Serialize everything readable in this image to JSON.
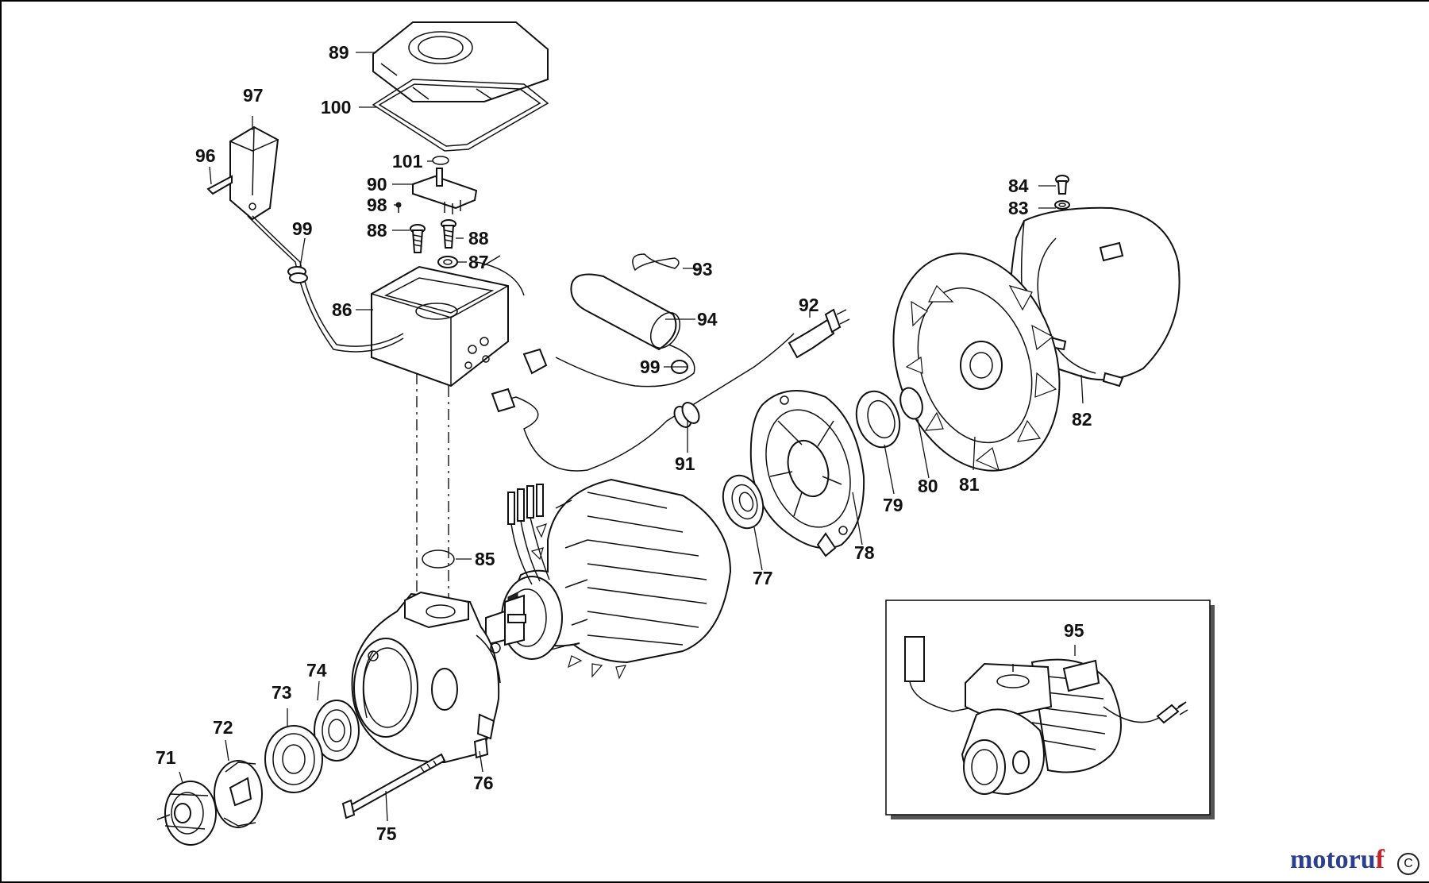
{
  "callouts": {
    "c71": "71",
    "c72": "72",
    "c73": "73",
    "c74": "74",
    "c75": "75",
    "c76": "76",
    "c77": "77",
    "c78": "78",
    "c79": "79",
    "c80": "80",
    "c81": "81",
    "c82": "82",
    "c83": "83",
    "c84": "84",
    "c85": "85",
    "c86": "86",
    "c87": "87",
    "c88a": "88",
    "c88b": "88",
    "c89": "89",
    "c90": "90",
    "c91": "91",
    "c92": "92",
    "c93": "93",
    "c94": "94",
    "c95": "95",
    "c96": "96",
    "c97": "97",
    "c98": "98",
    "c99a": "99",
    "c99b": "99",
    "c100": "100",
    "c101": "101"
  },
  "watermark": {
    "part1": "motoru",
    "part2": "f"
  },
  "corner_mark": "C",
  "colors": {
    "ink": "#111111",
    "watermark_blue": "#2a3f8f",
    "watermark_red": "#c0262c"
  }
}
